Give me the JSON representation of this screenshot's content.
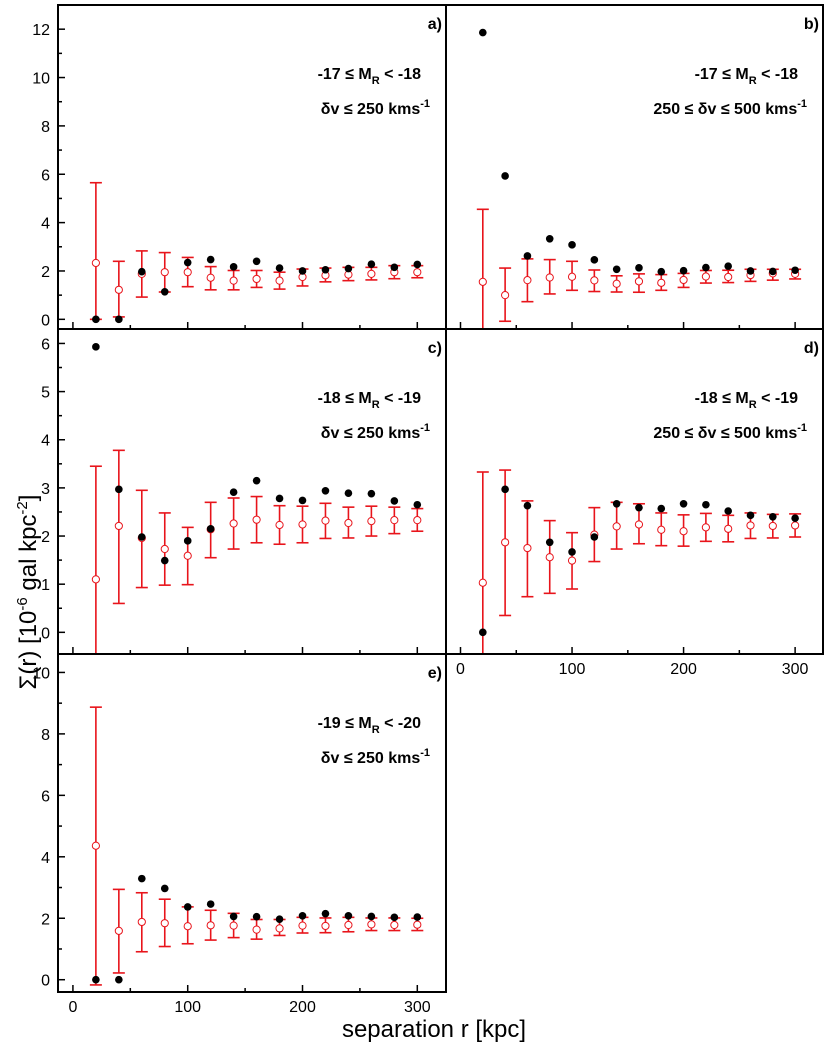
{
  "axis_labels": {
    "y_main": "Σ(r) [10",
    "y_sup1": "-6",
    "y_mid": " gal kpc",
    "y_sup2": "-2",
    "y_end": "]",
    "x": "separation r [kpc]"
  },
  "colors": {
    "simulated": "#e8141b",
    "observed": "#000000"
  },
  "chart_data": [
    {
      "type": "scatter",
      "panel": "a)",
      "annotation": {
        "line1": {
          "prefix": "-17 ≤  M",
          "sub": "R",
          "suffix": " < -18"
        },
        "line2": {
          "prefix": "δv ≤ 250 kms",
          "sup": "-1"
        }
      },
      "x": [
        20,
        40,
        60,
        80,
        100,
        120,
        140,
        160,
        180,
        200,
        220,
        240,
        260,
        280,
        300
      ],
      "ylim": [
        -0.4,
        13
      ],
      "yticks": [
        0,
        2,
        4,
        6,
        8,
        10,
        12
      ],
      "xticks": [],
      "series": [
        {
          "marker": "filled",
          "values": [
            0,
            0,
            1.97,
            1.14,
            2.35,
            2.47,
            2.17,
            2.4,
            2.12,
            2.0,
            2.05,
            2.1,
            2.28,
            2.15,
            2.27
          ]
        },
        {
          "marker": "open",
          "values": [
            2.33,
            1.22,
            1.88,
            1.95,
            1.95,
            1.72,
            1.6,
            1.67,
            1.6,
            1.75,
            1.82,
            1.85,
            1.88,
            1.95,
            1.95
          ],
          "err_low": [
            0,
            0.1,
            0.92,
            1.13,
            1.35,
            1.22,
            1.22,
            1.32,
            1.25,
            1.38,
            1.55,
            1.6,
            1.63,
            1.68,
            1.72
          ],
          "err_high": [
            5.65,
            2.4,
            2.83,
            2.76,
            2.56,
            2.18,
            2.02,
            2.02,
            1.95,
            2.08,
            2.12,
            2.15,
            2.15,
            2.22,
            2.22
          ]
        }
      ]
    },
    {
      "type": "scatter",
      "panel": "b)",
      "annotation": {
        "line1": {
          "prefix": "-17 ≤  M",
          "sub": "R",
          "suffix": " < -18"
        },
        "line2": {
          "prefix": "250 ≤ δv ≤ 500 kms",
          "sup": "-1"
        }
      },
      "x": [
        20,
        40,
        60,
        80,
        100,
        120,
        140,
        160,
        180,
        200,
        220,
        240,
        260,
        280,
        300
      ],
      "ylim": [
        -0.4,
        13
      ],
      "yticks": [],
      "xticks": [],
      "series": [
        {
          "marker": "filled",
          "values": [
            11.86,
            5.93,
            2.62,
            3.33,
            3.08,
            2.46,
            2.07,
            2.13,
            1.97,
            2.01,
            2.14,
            2.2,
            2.0,
            1.98,
            2.03
          ]
        },
        {
          "marker": "open",
          "values": [
            1.55,
            1.0,
            1.62,
            1.73,
            1.76,
            1.61,
            1.47,
            1.57,
            1.51,
            1.63,
            1.77,
            1.75,
            1.83,
            1.9,
            1.88
          ],
          "err_low": [
            -0.4,
            -0.08,
            0.73,
            1.05,
            1.2,
            1.15,
            1.13,
            1.12,
            1.2,
            1.32,
            1.5,
            1.52,
            1.57,
            1.62,
            1.67
          ],
          "err_high": [
            4.55,
            2.12,
            2.5,
            2.47,
            2.4,
            2.04,
            1.8,
            1.88,
            1.85,
            1.9,
            2.02,
            2.03,
            2.07,
            2.07,
            2.07
          ]
        }
      ]
    },
    {
      "type": "scatter",
      "panel": "c)",
      "annotation": {
        "line1": {
          "prefix": "-18 ≤  M",
          "sub": "R",
          "suffix": " < -19"
        },
        "line2": {
          "prefix": "δv ≤ 250 kms",
          "sup": "-1"
        }
      },
      "x": [
        20,
        40,
        60,
        80,
        100,
        120,
        140,
        160,
        180,
        200,
        220,
        240,
        260,
        280,
        300
      ],
      "ylim": [
        -0.45,
        6.3
      ],
      "yticks": [
        0,
        1,
        2,
        3,
        4,
        5,
        6
      ],
      "xticks": [],
      "series": [
        {
          "marker": "filled",
          "values": [
            5.93,
            2.97,
            1.98,
            1.49,
            1.9,
            2.15,
            2.91,
            3.15,
            2.78,
            2.74,
            2.94,
            2.89,
            2.88,
            2.73,
            2.65
          ]
        },
        {
          "marker": "open",
          "values": [
            1.1,
            2.21,
            1.96,
            1.73,
            1.59,
            2.14,
            2.26,
            2.34,
            2.23,
            2.24,
            2.32,
            2.27,
            2.31,
            2.33,
            2.33
          ],
          "err_low": [
            -0.45,
            0.6,
            0.93,
            0.98,
            0.99,
            1.55,
            1.73,
            1.86,
            1.83,
            1.86,
            1.95,
            1.96,
            2.0,
            2.05,
            2.1
          ],
          "err_high": [
            3.45,
            3.78,
            2.95,
            2.48,
            2.18,
            2.7,
            2.79,
            2.82,
            2.63,
            2.62,
            2.68,
            2.6,
            2.62,
            2.6,
            2.57
          ]
        }
      ]
    },
    {
      "type": "scatter",
      "panel": "d)",
      "annotation": {
        "line1": {
          "prefix": "-18 ≤  M",
          "sub": "R",
          "suffix": " < -19"
        },
        "line2": {
          "prefix": "250 ≤ δv ≤ 500 kms",
          "sup": "-1"
        }
      },
      "x": [
        20,
        40,
        60,
        80,
        100,
        120,
        140,
        160,
        180,
        200,
        220,
        240,
        260,
        280,
        300
      ],
      "ylim": [
        -0.45,
        6.3
      ],
      "yticks": [],
      "xticks": [
        0,
        100,
        200,
        300
      ],
      "series": [
        {
          "marker": "filled",
          "values": [
            0,
            2.97,
            2.63,
            1.87,
            1.67,
            1.98,
            2.67,
            2.59,
            2.57,
            2.67,
            2.65,
            2.52,
            2.43,
            2.4,
            2.37
          ]
        },
        {
          "marker": "open",
          "values": [
            1.03,
            1.87,
            1.75,
            1.56,
            1.49,
            2.03,
            2.2,
            2.24,
            2.13,
            2.1,
            2.18,
            2.15,
            2.22,
            2.21,
            2.22
          ],
          "err_low": [
            -0.45,
            0.35,
            0.74,
            0.81,
            0.9,
            1.47,
            1.73,
            1.84,
            1.8,
            1.79,
            1.89,
            1.88,
            1.95,
            1.96,
            1.98
          ],
          "err_high": [
            3.33,
            3.37,
            2.73,
            2.32,
            2.07,
            2.59,
            2.7,
            2.67,
            2.48,
            2.44,
            2.47,
            2.43,
            2.48,
            2.45,
            2.46
          ]
        }
      ]
    },
    {
      "type": "scatter",
      "panel": "e)",
      "annotation": {
        "line1": {
          "prefix": "-19 ≤  M",
          "sub": "R",
          "suffix": " < -20"
        },
        "line2": {
          "prefix": "δv ≤ 250 kms",
          "sup": "-1"
        }
      },
      "x": [
        20,
        40,
        60,
        80,
        100,
        120,
        140,
        160,
        180,
        200,
        220,
        240,
        260,
        280,
        300
      ],
      "ylim": [
        -0.4,
        10.6
      ],
      "yticks": [
        0,
        2,
        4,
        6,
        8,
        10
      ],
      "xticks": [
        0,
        100,
        200,
        300
      ],
      "series": [
        {
          "marker": "filled",
          "values": [
            0,
            0,
            3.29,
            2.97,
            2.37,
            2.46,
            2.06,
            2.05,
            1.97,
            2.08,
            2.15,
            2.08,
            2.06,
            2.03,
            2.04
          ]
        },
        {
          "marker": "open",
          "values": [
            4.36,
            1.59,
            1.88,
            1.84,
            1.74,
            1.77,
            1.76,
            1.63,
            1.67,
            1.76,
            1.75,
            1.78,
            1.8,
            1.78,
            1.79
          ],
          "err_low": [
            -0.17,
            0.22,
            0.91,
            1.08,
            1.17,
            1.29,
            1.37,
            1.32,
            1.44,
            1.52,
            1.53,
            1.56,
            1.6,
            1.6,
            1.6
          ],
          "err_high": [
            8.87,
            2.94,
            2.83,
            2.62,
            2.37,
            2.26,
            2.16,
            1.96,
            1.96,
            2.03,
            2.01,
            2.03,
            2.01,
            2.01,
            2.0
          ]
        }
      ]
    }
  ]
}
